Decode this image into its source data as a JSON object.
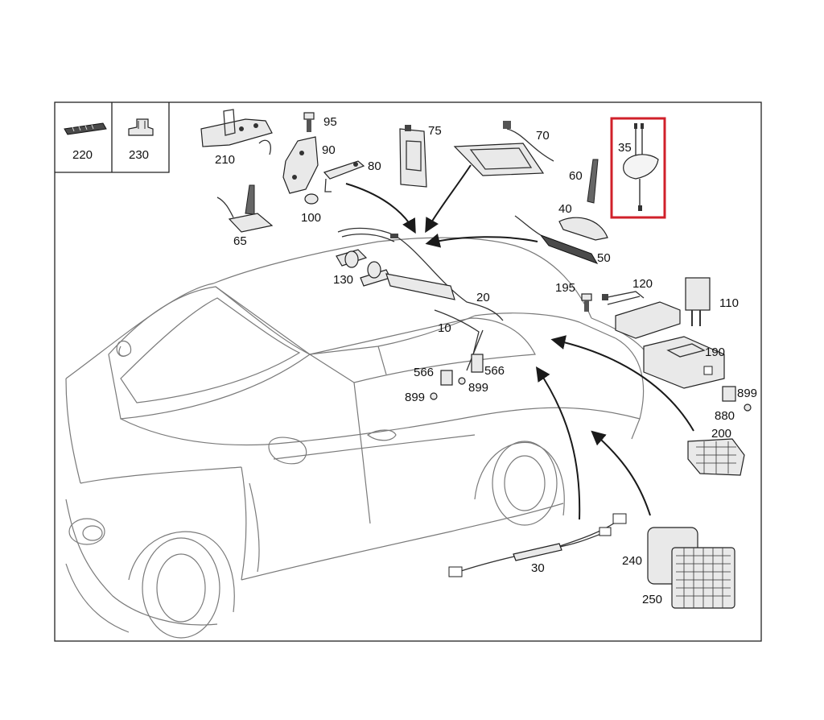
{
  "diagram": {
    "highlight_color": "#d0202a",
    "line_color": "#1a1a1a",
    "labels": {
      "p220": "220",
      "p230": "230",
      "p210": "210",
      "p95": "95",
      "p90": "90",
      "p80": "80",
      "p100": "100",
      "p75": "75",
      "p70": "70",
      "p60": "60",
      "p35": "35",
      "p65": "65",
      "p40": "40",
      "p50": "50",
      "p130": "130",
      "p20": "20",
      "p10": "10",
      "p195": "195",
      "p120": "120",
      "p110": "110",
      "p190": "190",
      "p566a": "566",
      "p566b": "566",
      "p899a": "899",
      "p899b": "899",
      "p899c": "899",
      "p880": "880",
      "p200": "200",
      "p30": "30",
      "p240": "240",
      "p250": "250"
    }
  }
}
